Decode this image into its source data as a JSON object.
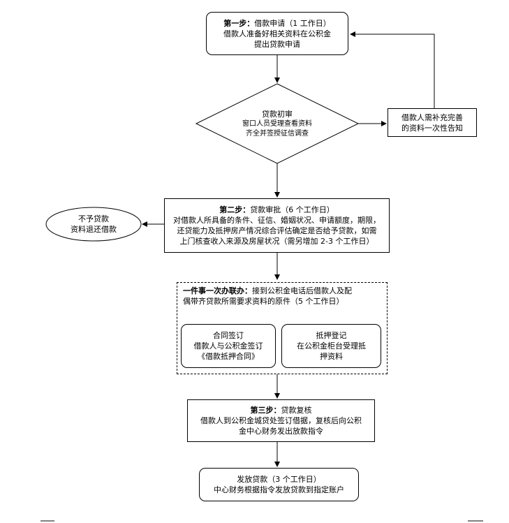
{
  "step1": {
    "title_bold": "第一步：",
    "title_rest": "借款申请（1 工作日）",
    "line2": "借款人准备好相关资料在公积金",
    "line3": "提出贷款申请"
  },
  "initial_review": {
    "title": "贷款初审",
    "line2": "窗口人员受理查看资料",
    "line3": "齐全并签授征信调查"
  },
  "supplement": {
    "line1": "借款人需补充完善",
    "line2": "的资料一次性告知"
  },
  "step2": {
    "title_bold": "第二步：",
    "title_rest": "贷款审批（6 个工作日）",
    "line2": "对借款人所具备的条件、征信、婚姻状况、申请额度，期限，",
    "line3": "还贷能力及抵押房产情况综合评估确定是否给予贷款，如需",
    "line4": "上门核查收入来源及房屋状况（需另增加 2-3 个工作日）"
  },
  "reject": {
    "line1": "不予贷款",
    "line2": "资料退还借款"
  },
  "one_stop": {
    "title_bold": "一件事一次办联办：",
    "title_rest": "接到公积金电话后借款人及配",
    "line2": "偶带齐贷款所需要求资料的原件（5 个工作日）"
  },
  "contract": {
    "line1": "合同签订",
    "line2": "借款人与公积金签订",
    "line3": "《借款抵押合同》"
  },
  "mortgage": {
    "line1": "抵押登记",
    "line2": "在公积金柜台受理抵",
    "line3": "押资料"
  },
  "step3": {
    "title_bold": "第三步：",
    "title_rest": "贷款复核",
    "line2": "借款人到公积金城贷处签订借据，复核后向公积",
    "line3": "金中心财务发出放款指令"
  },
  "disburse": {
    "line1": "发放贷款（3 个工作日）",
    "line2": "中心财务根据指令发放贷款到指定账户"
  }
}
